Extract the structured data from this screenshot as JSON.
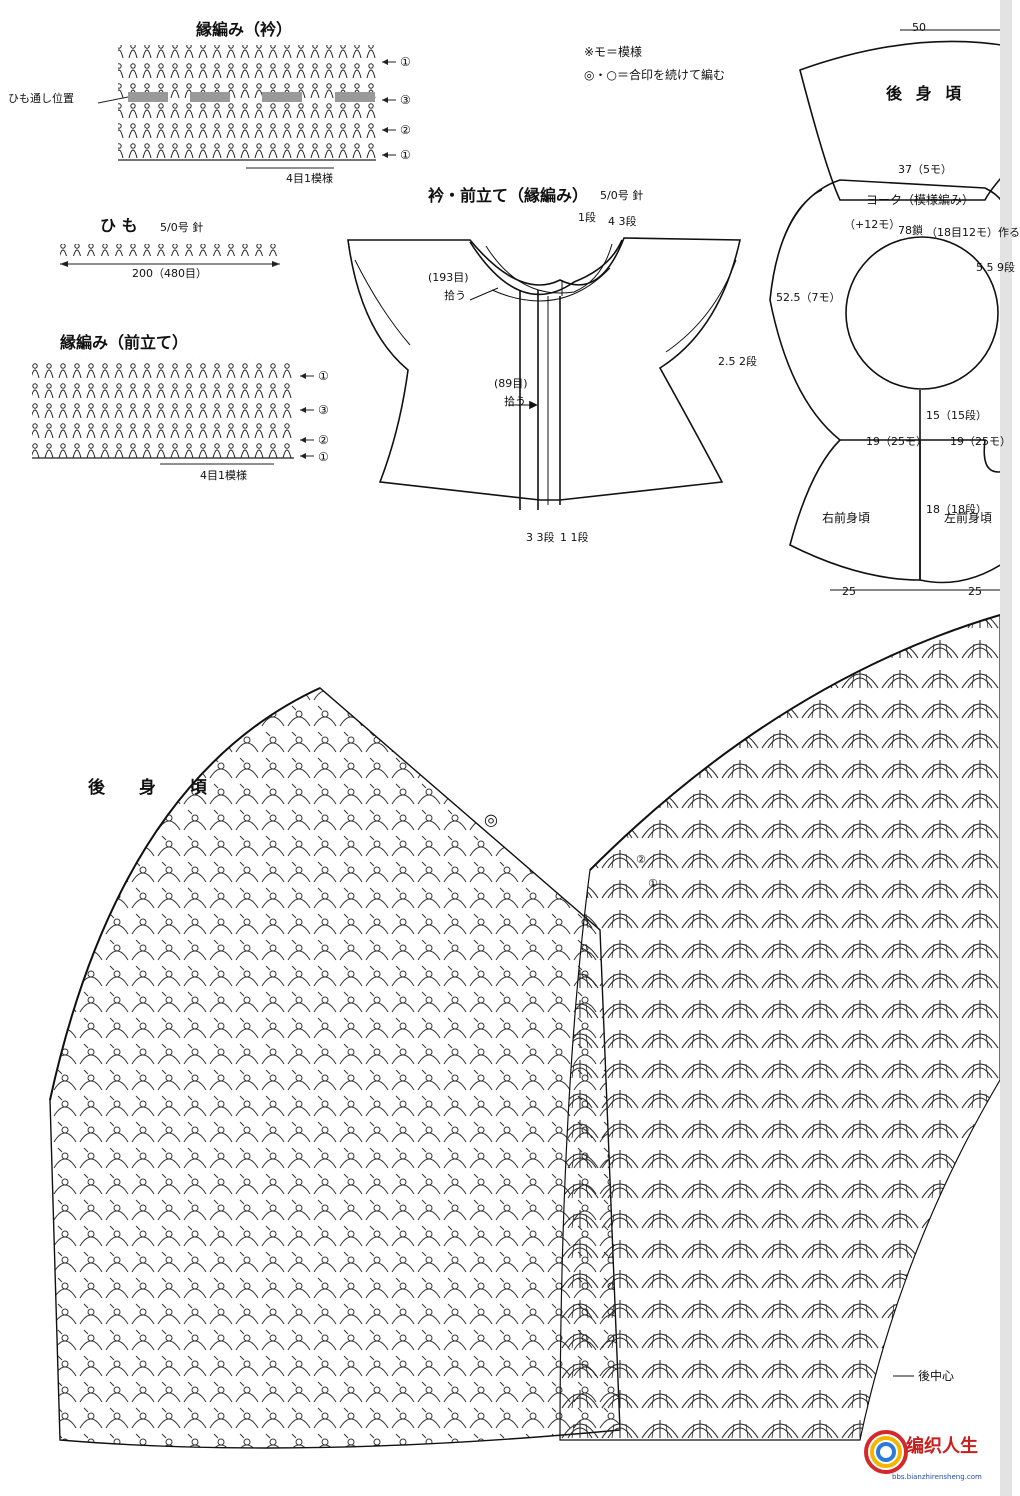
{
  "headings": {
    "edge_collar": "縁編み（衿）",
    "cord": "ひ も",
    "cord_needle": "5/0号 針",
    "edge_front": "縁編み（前立て）",
    "collar_front": "衿・前立て（縁編み）",
    "collar_front_needle": "5/0号 針",
    "back_chart_title": "後 身 頃"
  },
  "legend": {
    "note1": "※モ＝模様",
    "note2": "◎・○＝合印を続けて編む"
  },
  "edge_collar_labels": {
    "cord_position": "ひも通し位置",
    "rows": [
      "①",
      "③",
      "②",
      "①"
    ],
    "repeat": "4目1模様"
  },
  "cord_length": "200（480目）",
  "edge_front_labels": {
    "rows": [
      "①",
      "③",
      "②",
      "①"
    ],
    "repeat": "4目1模様"
  },
  "collar_diagram": {
    "neck_pickup_count": "(193目)",
    "neck_pickup": "拾う",
    "front_pickup_count": "(89目)",
    "front_pickup": "拾う",
    "row1_top": "1段",
    "row3_top": "4 3段",
    "row3_bottom": "3 3段",
    "row1_bottom": "1 1段"
  },
  "schematic": {
    "back_width": "50",
    "back": "後 身 頃",
    "yoke_top": "37（5モ）",
    "yoke": "ヨーク（模様編み）",
    "yoke_increase": "（+12モ）",
    "yoke_chain": "78鎖",
    "yoke_start": "（18目12モ）作る",
    "yoke_side_right": "5.5 9段",
    "yoke_outer": "52.5（7モ）",
    "yoke_rows": "2.5 2段",
    "yoke_left": "19（25モ）",
    "yoke_center": "15（15段）",
    "yoke_right": "19（25モ）",
    "right_front": "右前身頃",
    "front_length": "18（18段）",
    "left_front": "左前身頃",
    "hem_right": "25",
    "hem_left": "25"
  },
  "back_chart": {
    "marker": "◎",
    "rows": [
      "②",
      "①"
    ],
    "center_back": "後中心"
  },
  "watermark": {
    "site": "编织人生",
    "url": "bbs.bianzhirensheng.com"
  }
}
